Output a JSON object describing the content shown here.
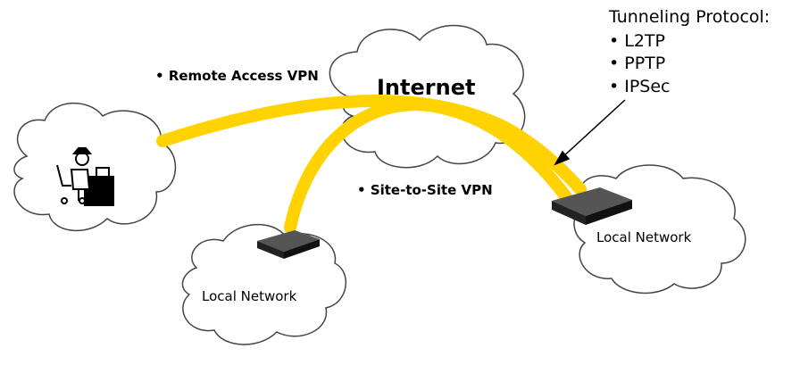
{
  "diagram": {
    "internet_label": "Internet",
    "remote_access_label": "Remote Access VPN",
    "site_to_site_label": "Site-to-Site VPN",
    "local_network_left": "Local Network",
    "local_network_right": "Local Network",
    "protocol_title": "Tunneling Protocol:",
    "protocols": [
      "L2TP",
      "PPTP",
      "IPSec"
    ]
  },
  "colors": {
    "tunnel": "#FFD200",
    "cloud_stroke": "#444444",
    "cloud_fill": "#ffffff",
    "device": "#2a2a2a",
    "text": "#000000"
  }
}
